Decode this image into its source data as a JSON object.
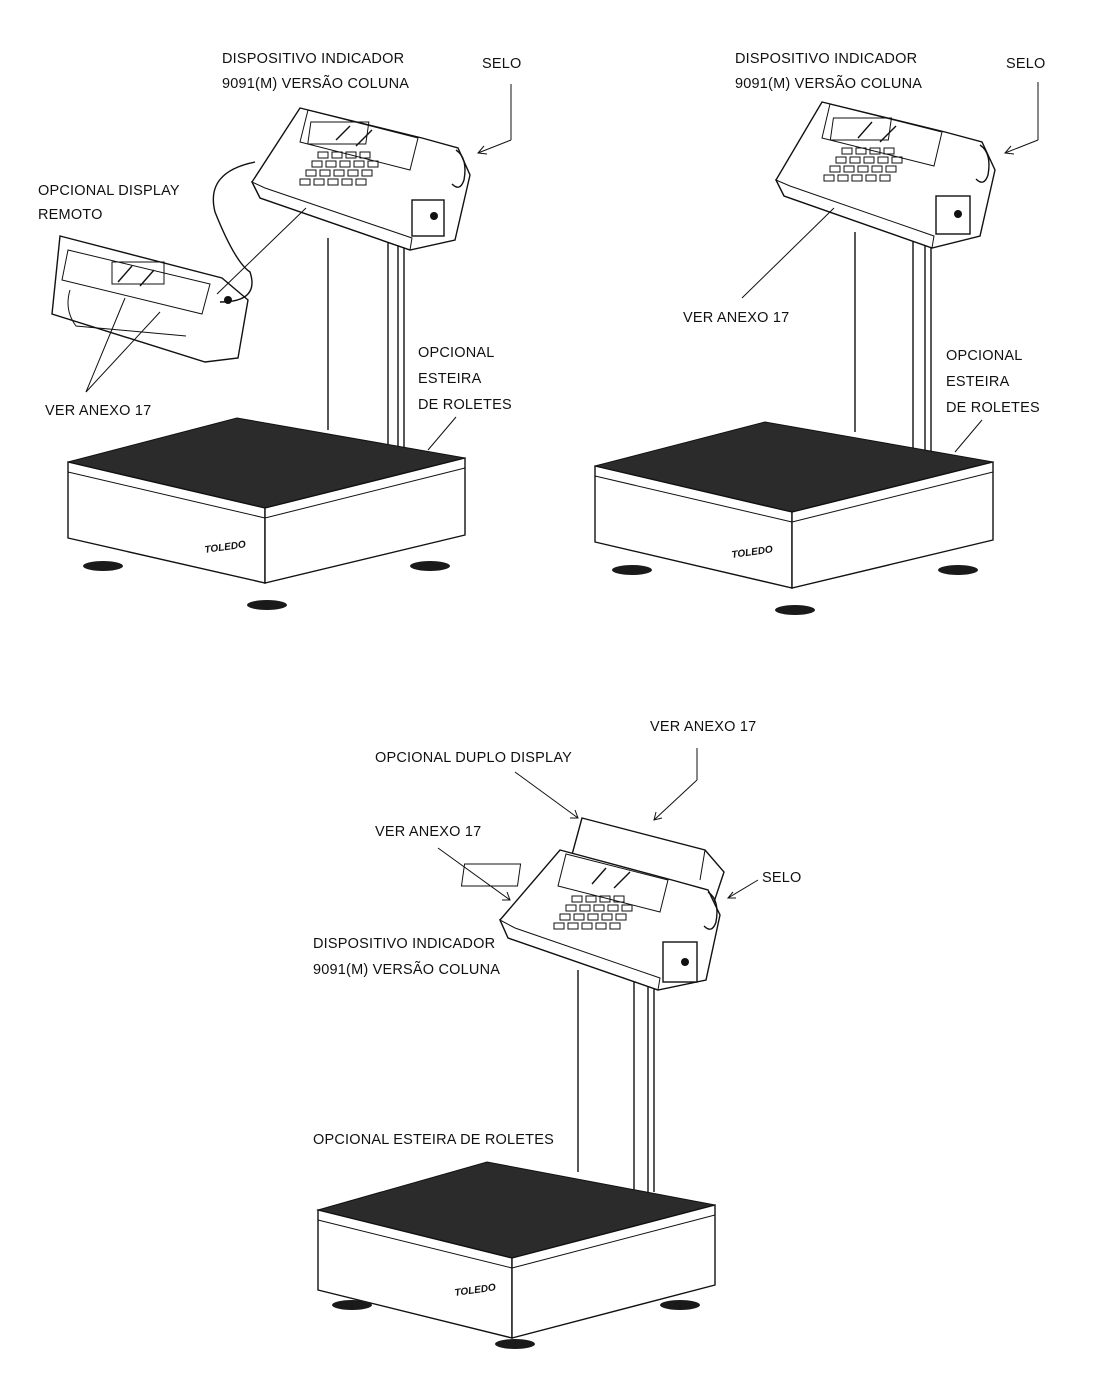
{
  "scale1": {
    "indicator_line1": "DISPOSITIVO INDICADOR",
    "indicator_line2": "9091(M) VERSÃO COLUNA",
    "seal": "SELO",
    "remote_line1": "OPCIONAL DISPLAY",
    "remote_line2": "REMOTO",
    "annex": "VER ANEXO 17",
    "roller_line1": "OPCIONAL",
    "roller_line2": "ESTEIRA",
    "roller_line3": "DE ROLETES",
    "brand": "TOLEDO"
  },
  "scale2": {
    "indicator_line1": "DISPOSITIVO INDICADOR",
    "indicator_line2": "9091(M) VERSÃO COLUNA",
    "seal": "SELO",
    "annex": "VER ANEXO 17",
    "roller_line1": "OPCIONAL",
    "roller_line2": "ESTEIRA",
    "roller_line3": "DE ROLETES",
    "brand": "TOLEDO"
  },
  "scale3": {
    "annex_top": "VER ANEXO 17",
    "dual_display": "OPCIONAL DUPLO DISPLAY",
    "annex_left": "VER ANEXO 17",
    "seal": "SELO",
    "indicator_line1": "DISPOSITIVO INDICADOR",
    "indicator_line2": "9091(M) VERSÃO COLUNA",
    "roller": "OPCIONAL ESTEIRA DE ROLETES",
    "brand": "TOLEDO"
  }
}
